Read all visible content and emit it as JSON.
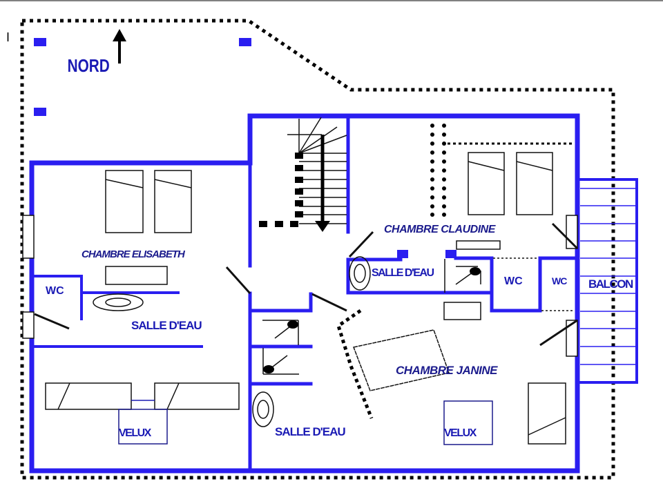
{
  "plan": {
    "compass": {
      "label": "NORD",
      "icon": "north-arrow-icon"
    },
    "cursor_mark": "I",
    "rooms": {
      "chambre_elisabeth": "CHAMBRE ELISABETH",
      "chambre_claudine": "CHAMBRE CLAUDINE",
      "chambre_janine": "CHAMBRE JANINE",
      "salle_eau_west": "SALLE D'EAU",
      "salle_eau_central": "SALLE D'EAU",
      "salle_eau_north": "SALLE D'EAU",
      "wc_west": "WC",
      "wc_east_1": "WC",
      "wc_east_2": "WC",
      "balcon": "BALCON",
      "velux_west": "VELUX",
      "velux_east": "VELUX"
    },
    "colors": {
      "wall": "#2a1ef0",
      "label": "#1a1ab4",
      "outline": "#000000"
    }
  }
}
